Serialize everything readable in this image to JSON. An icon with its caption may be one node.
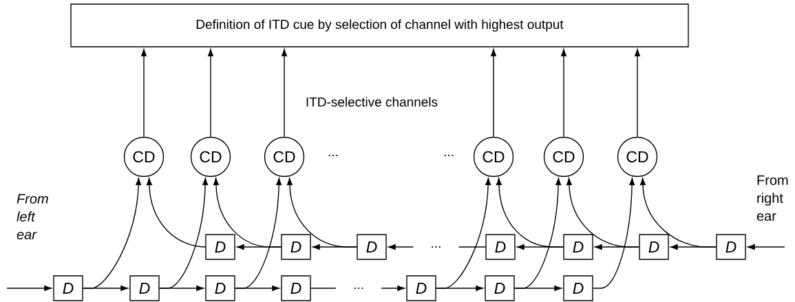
{
  "diagram": {
    "nodes": [
      {
        "text": [
          "Definition of ITD cue by selection of channel with highest output"
        ]
      },
      {
        "text": [
          "CD"
        ]
      },
      {
        "text": [
          "CD"
        ]
      },
      {
        "text": [
          "CD"
        ]
      },
      {
        "text": [
          "CD"
        ]
      },
      {
        "text": [
          "CD"
        ]
      },
      {
        "text": [
          "CD"
        ]
      },
      {
        "text": [
          "D"
        ]
      },
      {
        "text": [
          "D"
        ]
      },
      {
        "text": [
          "D"
        ]
      },
      {
        "text": [
          "D"
        ]
      },
      {
        "text": [
          "D"
        ]
      },
      {
        "text": [
          "D"
        ]
      },
      {
        "text": [
          "D"
        ]
      },
      {
        "text": [
          "D"
        ]
      },
      {
        "text": [
          "D"
        ]
      },
      {
        "text": [
          "D"
        ]
      },
      {
        "text": [
          "D"
        ]
      },
      {
        "text": [
          "D"
        ]
      },
      {
        "text": [
          "D"
        ]
      },
      {
        "text": [
          "D"
        ]
      }
    ],
    "edges": [
      {
        "from": 1,
        "to": 0,
        "arrow": "to"
      },
      {
        "from": 2,
        "to": 0,
        "arrow": "to"
      },
      {
        "from": 3,
        "to": 0,
        "arrow": "to"
      },
      {
        "from": 4,
        "to": 0,
        "arrow": "to"
      },
      {
        "from": 5,
        "to": 0,
        "arrow": "to"
      },
      {
        "from": 6,
        "to": 0,
        "arrow": "to"
      },
      {
        "from": null,
        "to": 14,
        "arrow": "to"
      },
      {
        "from": 14,
        "to": 15,
        "arrow": "to"
      },
      {
        "from": 15,
        "to": 16,
        "arrow": "to"
      },
      {
        "from": 16,
        "to": 17,
        "arrow": "to"
      },
      {
        "from": 17,
        "to": 18,
        "arrow": "to",
        "label": "..."
      },
      {
        "from": 18,
        "to": 19,
        "arrow": "to"
      },
      {
        "from": 19,
        "to": 20,
        "arrow": "to"
      },
      {
        "from": 14,
        "to": 1,
        "arrow": "to"
      },
      {
        "from": 15,
        "to": 2,
        "arrow": "to"
      },
      {
        "from": 16,
        "to": 3,
        "arrow": "to"
      },
      {
        "from": 18,
        "to": 4,
        "arrow": "to"
      },
      {
        "from": 19,
        "to": 5,
        "arrow": "to"
      },
      {
        "from": 20,
        "to": 6,
        "arrow": "to"
      },
      {
        "from": null,
        "to": 13,
        "arrow": "to"
      },
      {
        "from": 13,
        "to": 12,
        "arrow": "to"
      },
      {
        "from": 12,
        "to": 11,
        "arrow": "to"
      },
      {
        "from": 11,
        "to": 10,
        "arrow": "to"
      },
      {
        "from": 10,
        "to": 9,
        "arrow": "to",
        "label": "..."
      },
      {
        "from": 9,
        "to": 8,
        "arrow": "to"
      },
      {
        "from": 8,
        "to": 7,
        "arrow": "to"
      },
      {
        "from": 7,
        "to": 1,
        "arrow": "to"
      },
      {
        "from": 8,
        "to": 2,
        "arrow": "to"
      },
      {
        "from": 9,
        "to": 3,
        "arrow": "to"
      },
      {
        "from": 11,
        "to": 4,
        "arrow": "to"
      },
      {
        "from": 12,
        "to": 5,
        "arrow": "to"
      },
      {
        "from": 13,
        "to": 6,
        "arrow": "to"
      }
    ],
    "labels": [
      "ITD-selective channels",
      "...",
      "...",
      "From right ear",
      "From left ear"
    ]
  }
}
